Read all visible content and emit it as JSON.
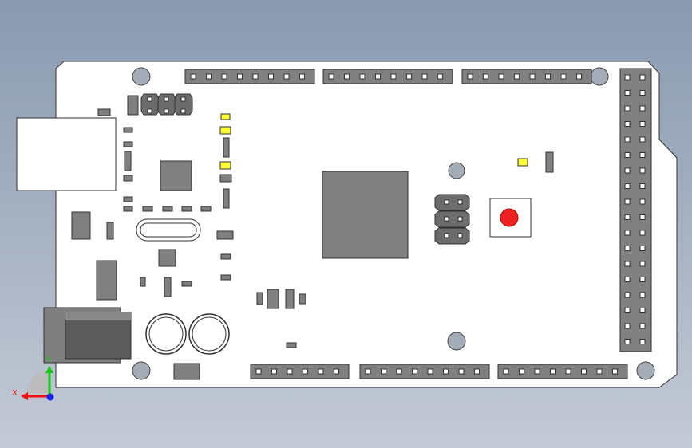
{
  "viewport": {
    "background_top": "#8a9ab0",
    "background_bottom": "#c4cad6"
  },
  "board": {
    "fill": "#ffffff",
    "outline": "#303030",
    "component_fill": "#808080",
    "pin_fill": "#ffffff",
    "led_color": "#ffff33",
    "reset_button_color": "#ee2222",
    "header_rows": {
      "top": [
        8,
        8,
        8
      ],
      "bottom": [
        6,
        8,
        8
      ],
      "right_columns": 2,
      "right_rows": 18
    },
    "icsp_headers": 2
  },
  "triad": {
    "x_label": "X",
    "y_label": "Y",
    "x_color": "#ee1111",
    "y_color": "#11cc11",
    "z_color": "#1122ee"
  }
}
